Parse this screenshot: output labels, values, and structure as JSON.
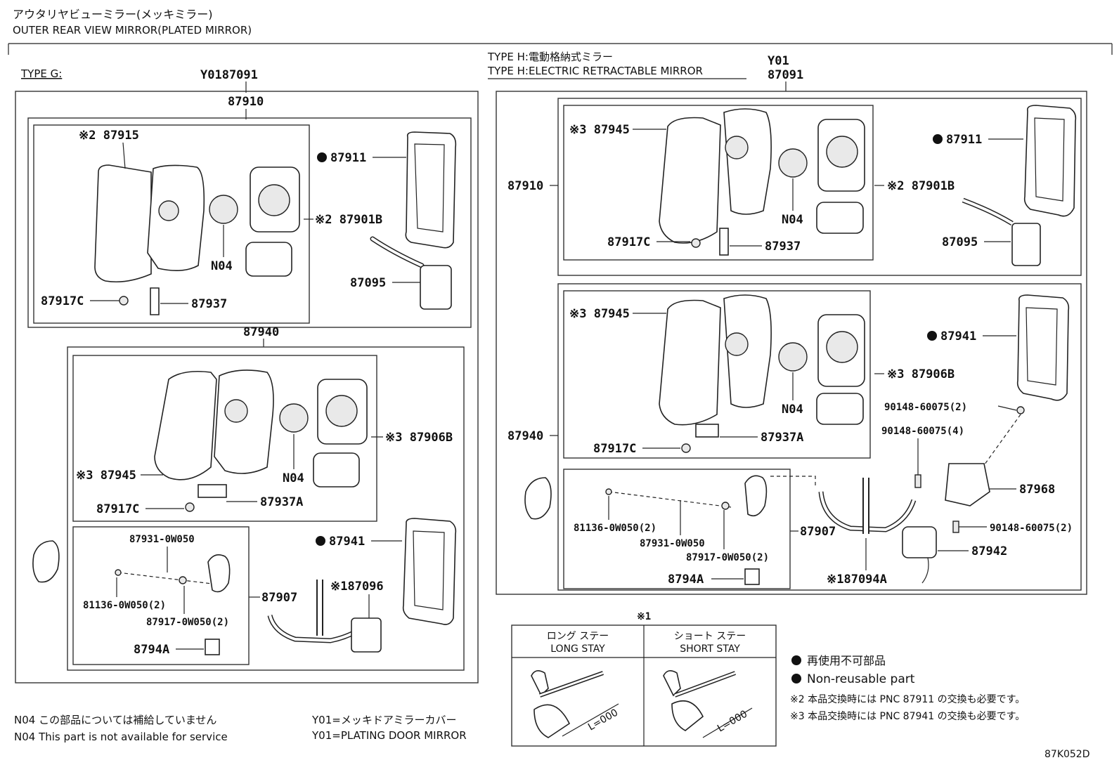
{
  "header": {
    "title_jp": "アウタリヤビューミラー(メッキミラー)",
    "title_en": "OUTER REAR VIEW MIRROR(PLATED MIRROR)"
  },
  "type_g": {
    "label": "TYPE G:",
    "code": "Y0187091",
    "assy_upper": "87910",
    "assy_lower": "87940",
    "upper": {
      "mirror": "※2 87915",
      "motor": "N04",
      "cover": "※2 87901B",
      "screw": "87917C",
      "bracket": "87937",
      "frame": "87911",
      "stay": "87095"
    },
    "lower": {
      "mirror": "※3 87945",
      "motor": "N04",
      "cover": "※3 87906B",
      "screw": "87917C",
      "bracket": "87937A",
      "frame": "87941",
      "stay_sub": "※187096",
      "p1": "87931-0W050",
      "p2": "81136-0W050(2)",
      "p3": "87917-0W050(2)",
      "p4": "8794A",
      "p5": "87907"
    }
  },
  "type_h": {
    "label_jp": "TYPE H:電動格納式ミラー",
    "label_en": "TYPE H:ELECTRIC RETRACTABLE MIRROR",
    "code_top": "Y01",
    "code_bottom": "87091",
    "upper": {
      "mirror": "※3 87945",
      "assy": "87910",
      "motor": "N04",
      "cover": "※2 87901B",
      "screw": "87917C",
      "bracket": "87937",
      "frame": "87911",
      "stay": "87095"
    },
    "lower": {
      "mirror": "※3 87945",
      "assy": "87940",
      "motor": "N04",
      "cover": "※3 87906B",
      "screw": "87917C",
      "bracket": "87937A",
      "frame": "87941",
      "bolt1": "90148-60075(2)",
      "bolt2": "90148-60075(4)",
      "bolt3": "90148-60075(2)",
      "base": "87968",
      "actuator": "87942",
      "p1": "81136-0W050(2)",
      "p2": "87931-0W050",
      "p3": "87917-0W050(2)",
      "p4": "8794A",
      "p5": "87907",
      "stay_sub": "※187094A"
    }
  },
  "note1": {
    "mark": "※1",
    "long_jp": "ロング ステー",
    "long_en": "LONG STAY",
    "short_jp": "ショート ステー",
    "short_en": "SHORT STAY",
    "l_label": "L=000",
    "s_label": "L=000"
  },
  "legend": {
    "nonreuse_jp": "再使用不可部品",
    "nonreuse_en": "Non-reusable part",
    "note2": "※2 本品交換時には PNC 87911 の交換も必要です。",
    "note3": "※3 本品交換時には PNC 87941 の交換も必要です。"
  },
  "footer": {
    "n04_jp": "N04 この部品については補給していません",
    "n04_en": "N04 This part is not available for service",
    "y01_jp": "Y01=メッキドアミラーカバー",
    "y01_en": "Y01=PLATING DOOR MIRROR",
    "code": "87K052D"
  }
}
